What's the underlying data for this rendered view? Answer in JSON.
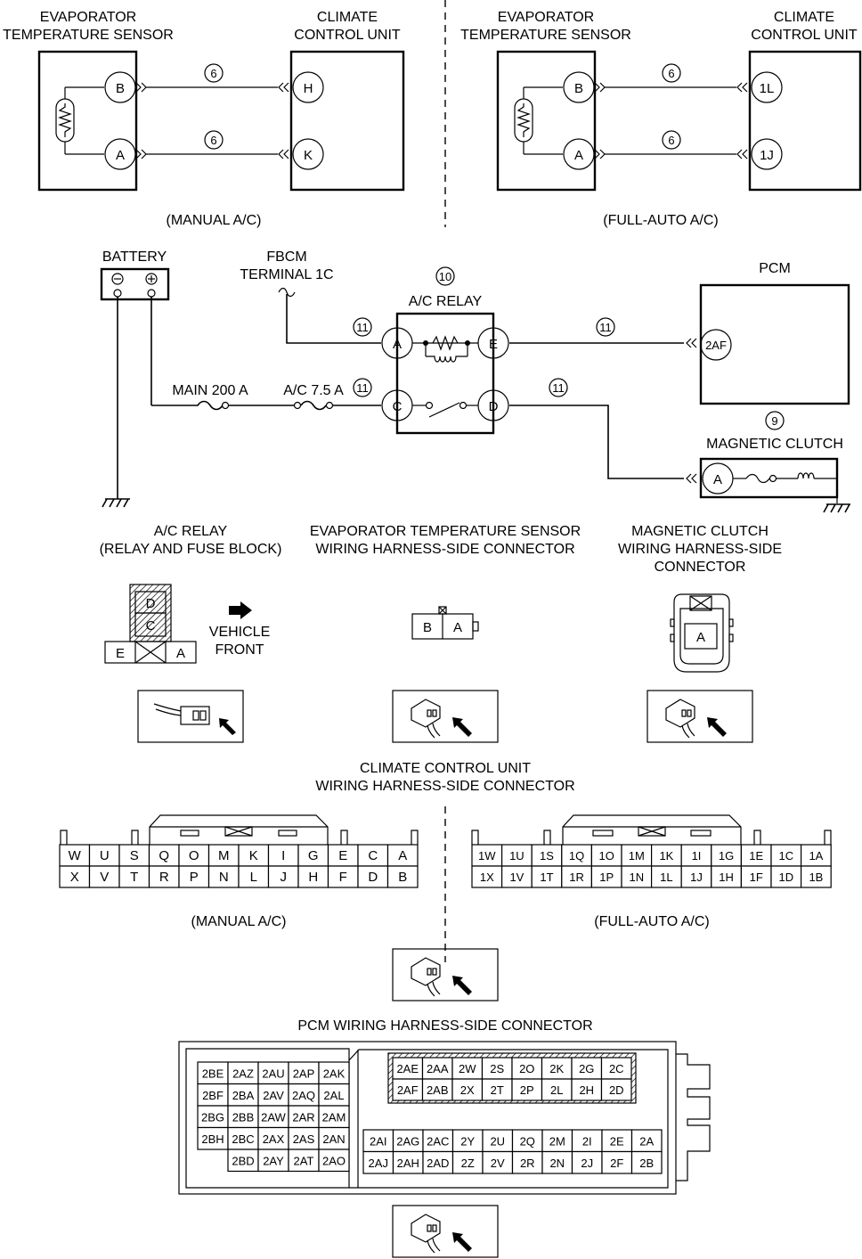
{
  "top_left": {
    "sensor_title": [
      "EVAPORATOR",
      "TEMPERATURE SENSOR"
    ],
    "unit_title": [
      "CLIMATE",
      "CONTROL UNIT"
    ],
    "sensor_pins": [
      "B",
      "A"
    ],
    "unit_pins": [
      "H",
      "K"
    ],
    "wire_ids": [
      "6",
      "6"
    ],
    "caption": "(MANUAL A/C)"
  },
  "top_right": {
    "sensor_title": [
      "EVAPORATOR",
      "TEMPERATURE SENSOR"
    ],
    "unit_title": [
      "CLIMATE",
      "CONTROL UNIT"
    ],
    "sensor_pins": [
      "B",
      "A"
    ],
    "unit_pins": [
      "1L",
      "1J"
    ],
    "wire_ids": [
      "6",
      "6"
    ],
    "caption": "(FULL-AUTO A/C)"
  },
  "circuit": {
    "battery_label": "BATTERY",
    "fbcm_label": [
      "FBCM",
      "TERMINAL 1C"
    ],
    "relay_id": "10",
    "relay_label": "A/C RELAY",
    "relay_pins": [
      "A",
      "E",
      "C",
      "D"
    ],
    "pcm_label": "PCM",
    "pcm_pin": "2AF",
    "main_fuse": "MAIN 200 A",
    "ac_fuse": "A/C 7.5 A",
    "wire_ids": [
      "11",
      "11",
      "11",
      "11"
    ],
    "clutch_id": "9",
    "clutch_label": "MAGNETIC CLUTCH",
    "clutch_pin": "A"
  },
  "connectors": {
    "relay_title": [
      "A/C RELAY",
      "(RELAY AND FUSE BLOCK)"
    ],
    "relay_cells": [
      "D",
      "C",
      "E",
      "A"
    ],
    "vehicle_front": [
      "VEHICLE",
      "FRONT"
    ],
    "sensor_title": [
      "EVAPORATOR TEMPERATURE SENSOR",
      "WIRING HARNESS-SIDE CONNECTOR"
    ],
    "sensor_cells": [
      "B",
      "A"
    ],
    "clutch_title": [
      "MAGNETIC CLUTCH",
      "WIRING HARNESS-SIDE",
      "CONNECTOR"
    ],
    "clutch_cell": "A"
  },
  "ccu": {
    "title": [
      "CLIMATE CONTROL UNIT",
      "WIRING HARNESS-SIDE CONNECTOR"
    ],
    "manual_row1": [
      "W",
      "U",
      "S",
      "Q",
      "O",
      "M",
      "K",
      "I",
      "G",
      "E",
      "C",
      "A"
    ],
    "manual_row2": [
      "X",
      "V",
      "T",
      "R",
      "P",
      "N",
      "L",
      "J",
      "H",
      "F",
      "D",
      "B"
    ],
    "auto_row1": [
      "1W",
      "1U",
      "1S",
      "1Q",
      "1O",
      "1M",
      "1K",
      "1I",
      "1G",
      "1E",
      "1C",
      "1A"
    ],
    "auto_row2": [
      "1X",
      "1V",
      "1T",
      "1R",
      "1P",
      "1N",
      "1L",
      "1J",
      "1H",
      "1F",
      "1D",
      "1B"
    ],
    "manual_caption": "(MANUAL A/C)",
    "auto_caption": "(FULL-AUTO A/C)"
  },
  "pcm": {
    "title": "PCM WIRING HARNESS-SIDE CONNECTOR",
    "left_rows": [
      [
        "2BE",
        "2AZ",
        "2AU",
        "2AP",
        "2AK"
      ],
      [
        "2BF",
        "2BA",
        "2AV",
        "2AQ",
        "2AL"
      ],
      [
        "2BG",
        "2BB",
        "2AW",
        "2AR",
        "2AM"
      ],
      [
        "2BH",
        "2BC",
        "2AX",
        "2AS",
        "2AN"
      ],
      [
        "",
        "2BD",
        "2AY",
        "2AT",
        "2AO"
      ]
    ],
    "upper_rows": [
      [
        "2AE",
        "2AA",
        "2W",
        "2S",
        "2O",
        "2K",
        "2G",
        "2C"
      ],
      [
        "2AF",
        "2AB",
        "2X",
        "2T",
        "2P",
        "2L",
        "2H",
        "2D"
      ]
    ],
    "lower_rows": [
      [
        "2AI",
        "2AG",
        "2AC",
        "2Y",
        "2U",
        "2Q",
        "2M",
        "2I",
        "2E",
        "2A"
      ],
      [
        "2AJ",
        "2AH",
        "2AD",
        "2Z",
        "2V",
        "2R",
        "2N",
        "2J",
        "2F",
        "2B"
      ]
    ]
  }
}
